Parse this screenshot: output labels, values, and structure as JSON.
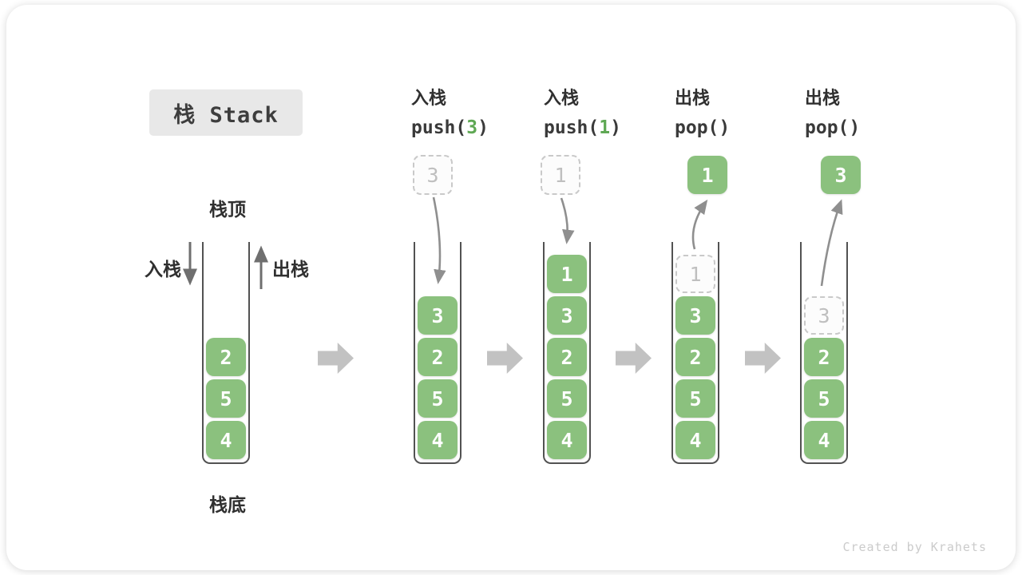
{
  "title": "栈 Stack",
  "watermark": "Created by Krahets",
  "stack_labels": {
    "top": "栈顶",
    "bottom": "栈底",
    "push_side": "入栈",
    "pop_side": "出栈"
  },
  "colors": {
    "item_green": "#8bc17e",
    "arg_green": "#5fa854",
    "step_arrow_gray": "#c2c2c2",
    "curve_arrow_gray": "#8f8f8f",
    "title_bg": "#e8e8e8"
  },
  "columns": [
    {
      "id": "state-initial",
      "items": [
        "2",
        "5",
        "4"
      ]
    },
    {
      "id": "state-push-3",
      "op": {
        "verb": "入栈",
        "pre": "push(",
        "arg": "3",
        "post": ")"
      },
      "pending": "3",
      "items": [
        "3",
        "2",
        "5",
        "4"
      ]
    },
    {
      "id": "state-push-1",
      "op": {
        "verb": "入栈",
        "pre": "push(",
        "arg": "1",
        "post": ")"
      },
      "pending": "1",
      "items": [
        "1",
        "3",
        "2",
        "5",
        "4"
      ]
    },
    {
      "id": "state-pop-1",
      "op": {
        "verb": "出栈",
        "pre": "pop()",
        "arg": "",
        "post": ""
      },
      "popped": "1",
      "ghost": "1",
      "items": [
        "3",
        "2",
        "5",
        "4"
      ]
    },
    {
      "id": "state-pop-3",
      "op": {
        "verb": "出栈",
        "pre": "pop()",
        "arg": "",
        "post": ""
      },
      "popped": "3",
      "ghost": "3",
      "items": [
        "2",
        "5",
        "4"
      ]
    }
  ]
}
